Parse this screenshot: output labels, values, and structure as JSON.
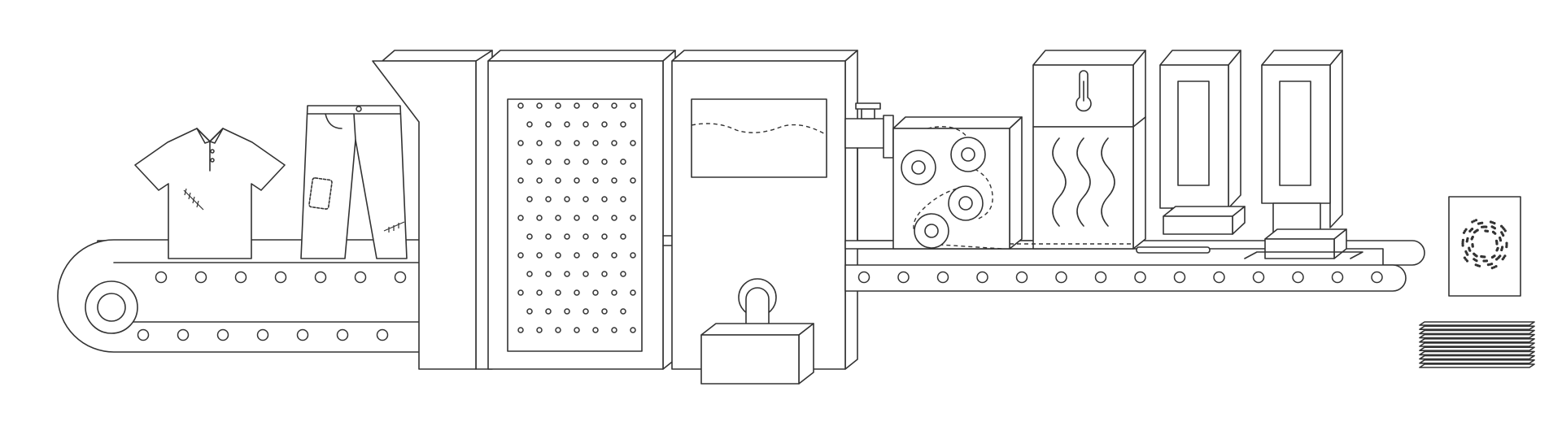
{
  "diagram": {
    "title": "",
    "labels": [],
    "stages": [
      {
        "name": "worn-garments-input",
        "items": [
          "polo-shirt-icon",
          "jeans-icon"
        ]
      },
      {
        "name": "hopper-intake"
      },
      {
        "name": "shredding-chamber"
      },
      {
        "name": "pulping-tank"
      },
      {
        "name": "roller-press"
      },
      {
        "name": "heated-dryer",
        "items": [
          "thermometer-icon"
        ]
      },
      {
        "name": "press-stamp-1"
      },
      {
        "name": "press-stamp-2"
      },
      {
        "name": "output",
        "items": [
          "recycled-sheet",
          "paper-stack"
        ]
      }
    ],
    "colors": {
      "line": "#333333",
      "fill": "#ffffff"
    }
  }
}
